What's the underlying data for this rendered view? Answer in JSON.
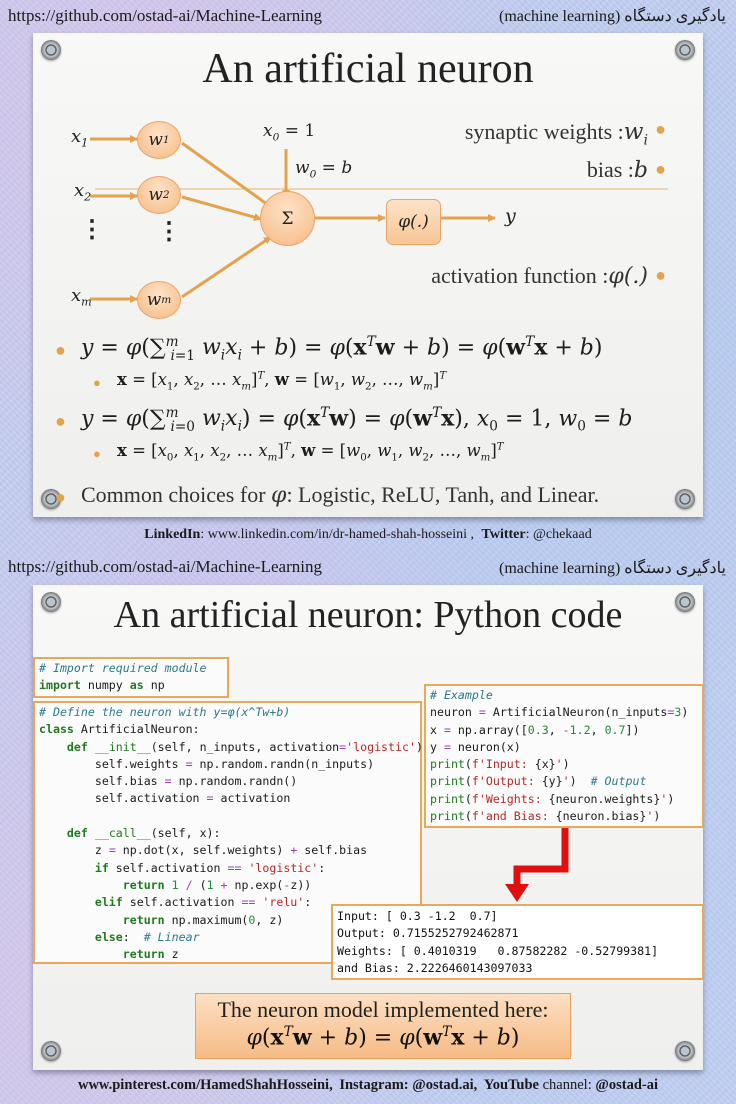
{
  "slide1": {
    "header": {
      "url": "https://github.com/ostad-ai/Machine-Learning",
      "right_label": "یادگیری دستگاه (machine learning)"
    },
    "title": "An artificial neuron",
    "diagram": {
      "inputs": [
        "x1",
        "x2",
        "⋮",
        "xm"
      ],
      "weights": [
        "w1",
        "w2",
        "⋮",
        "wm"
      ],
      "bias_input": "x0 = 1",
      "bias_weight": "w0 = b",
      "summation": "Σ",
      "activation": "φ(.)",
      "output": "y"
    },
    "legend": [
      {
        "text": "synaptic weights :",
        "symbol": "w_i"
      },
      {
        "text": "bias :",
        "symbol": "b"
      },
      {
        "text": "activation function :",
        "symbol": "φ(.)"
      }
    ],
    "equations": [
      {
        "level": 1,
        "text": "y = φ(∑_{i=1}^m w_i x_i + b) = φ(x^T w + b) = φ(w^T x + b)"
      },
      {
        "level": 2,
        "text": "x = [x1, x2, … xm]^T, w = [w1, w2, …, wm]^T"
      },
      {
        "level": 1,
        "text": "y = φ(∑_{i=0}^m w_i x_i) = φ(x^T w) = φ(w^T x), x0 = 1, w0 = b"
      },
      {
        "level": 2,
        "text": "x = [x0, x1, x2, … xm]^T, w = [w0, w1, w2, …, wm]^T"
      },
      {
        "level": 1,
        "text": "Common choices for φ: Logistic, ReLU, Tanh, and Linear."
      }
    ],
    "common_choices": {
      "prefix": "Common choices for ",
      "symbol": "φ",
      "suffix": ": Logistic, ReLU, Tanh, and Linear."
    },
    "footer": {
      "linkedin_label": "LinkedIn",
      "linkedin_url": ": www.linkedin.com/in/dr-hamed-shah-hosseini ,",
      "twitter_label": "Twitter",
      "twitter_handle": ": @chekaad"
    }
  },
  "slide2": {
    "header": {
      "url": "https://github.com/ostad-ai/Machine-Learning",
      "right_label": "یادگیری دستگاه (machine learning)"
    },
    "title": "An artificial neuron: Python code",
    "code_import": [
      "# Import required module",
      "import numpy as np"
    ],
    "code_class": [
      "# Define the neuron with y=φ(x^Tw+b)",
      "class ArtificialNeuron:",
      "    def __init__(self, n_inputs, activation='logistic'):",
      "        self.weights = np.random.randn(n_inputs)",
      "        self.bias = np.random.randn()",
      "        self.activation = activation",
      "",
      "    def __call__(self, x):",
      "        z = np.dot(x, self.weights) + self.bias",
      "        if self.activation == 'logistic':",
      "            return 1 / (1 + np.exp(-z))",
      "        elif self.activation == 'relu':",
      "            return np.maximum(0, z)",
      "        else:  # Linear",
      "            return z"
    ],
    "code_example": [
      "# Example",
      "neuron = ArtificialNeuron(n_inputs=3)",
      "x = np.array([0.3, -1.2, 0.7])",
      "y = neuron(x)",
      "print(f'Input: {x}')",
      "print(f'Output: {y}')  # Output",
      "print(f'Weights: {neuron.weights}')",
      "print(f'and Bias: {neuron.bias}')"
    ],
    "output": {
      "input_line": "Input: [ 0.3 -1.2  0.7]",
      "output_line": "Output: 0.7155252792462871",
      "weights_line": "Weights: [ 0.4010319   0.87582282 -0.52799381]",
      "bias_line": "and Bias: 2.2226460143097033"
    },
    "model_box": {
      "caption": "The neuron model implemented here:",
      "formula": "φ(x^T w + b) = φ(w^T x + b)"
    },
    "footer": {
      "pinterest": "www.pinterest.com/HamedShahHosseini,",
      "instagram": "Instagram: @ostad.ai,",
      "youtube_label": "YouTube",
      "youtube_rest": " channel: ",
      "youtube_handle": "@ostad-ai"
    }
  },
  "colors": {
    "accent_orange": "#e6ab5a",
    "node_fill": "#f8c596",
    "arrow_red": "#e01010",
    "slide_bg": "#f4f4f2"
  }
}
